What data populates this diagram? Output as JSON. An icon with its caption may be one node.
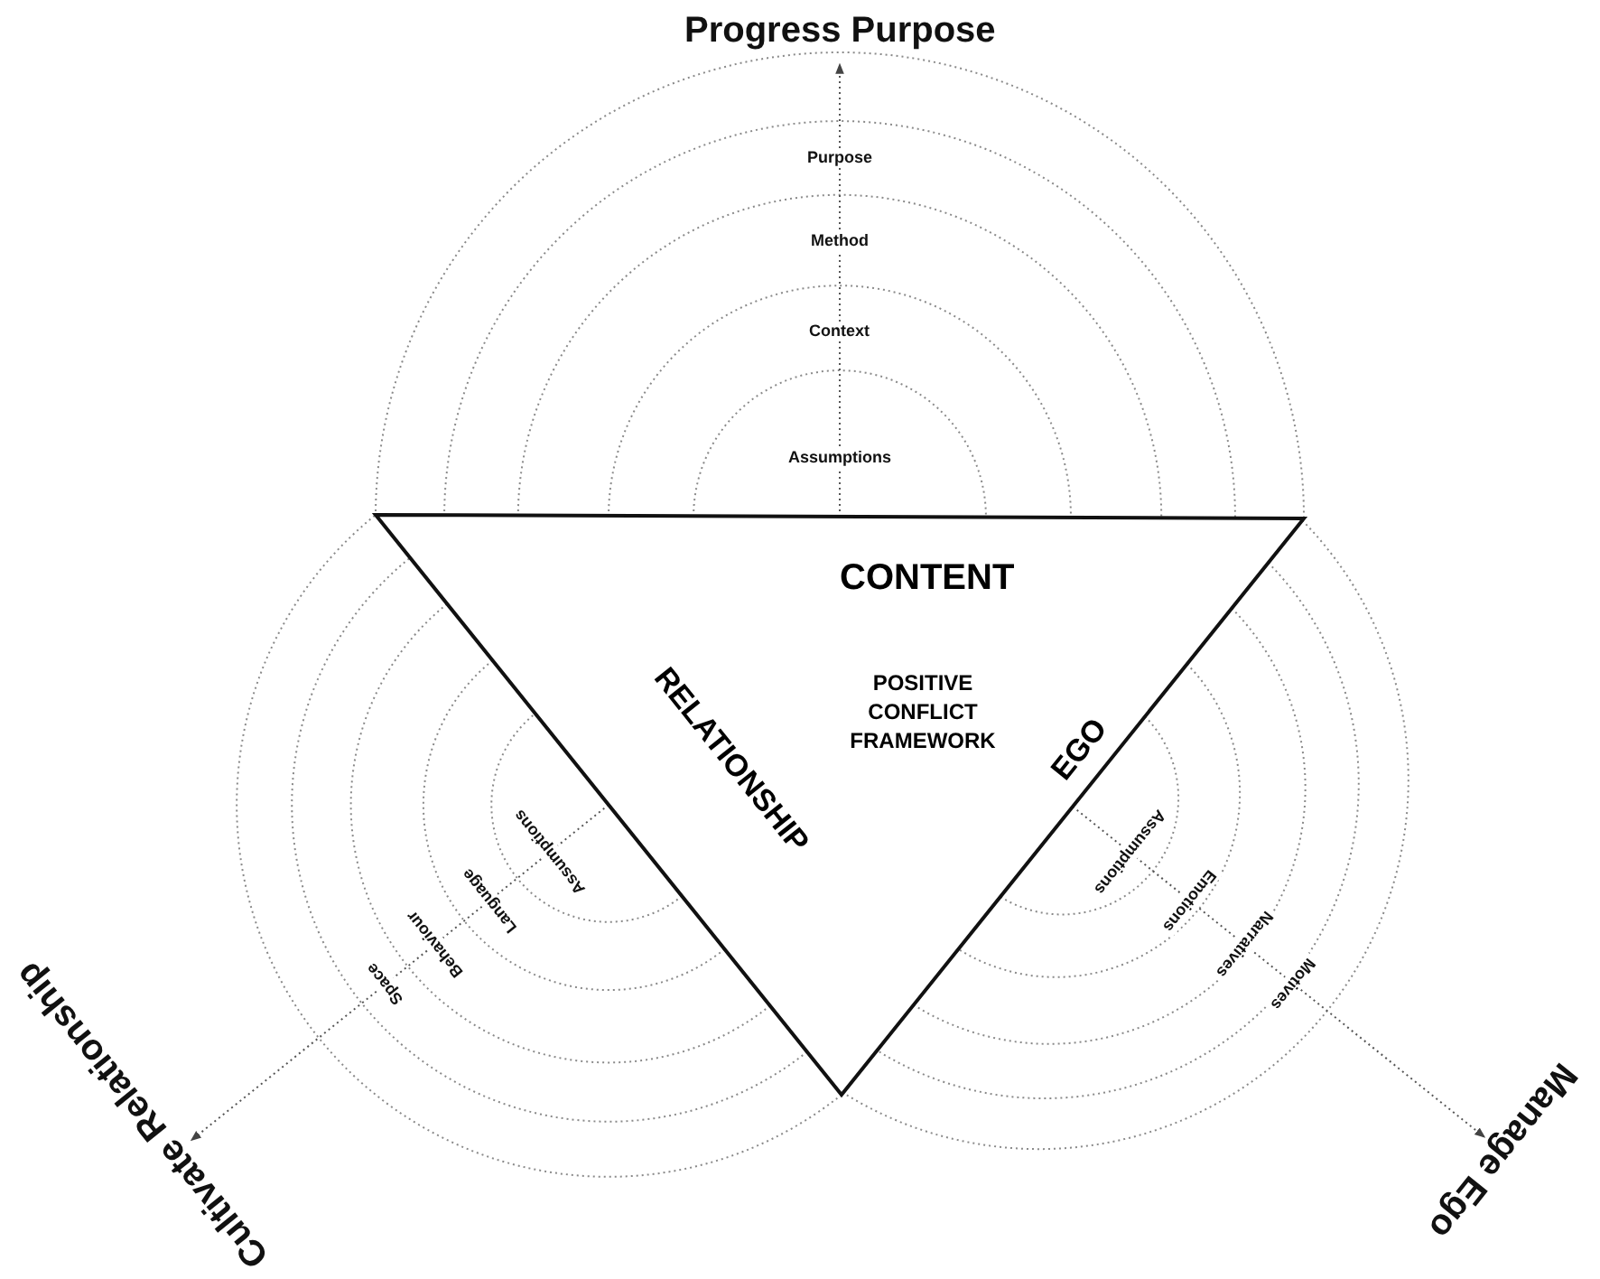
{
  "diagram": {
    "nodes": [
      {
        "text": [
          "CONTENT",
          "RELATIONSHIP",
          "EGO",
          "POSITIVE CONFLICT FRAMEWORK"
        ]
      }
    ],
    "labels": [
      "Progress Purpose",
      "Purpose",
      "Method",
      "Context",
      "Assumptions",
      "Assumptions",
      "Language",
      "Behaviour",
      "Space",
      "Assumptions",
      "Emotions",
      "Narratives",
      "Motives",
      "Cultivate Relationship",
      "Manage Ego"
    ]
  }
}
